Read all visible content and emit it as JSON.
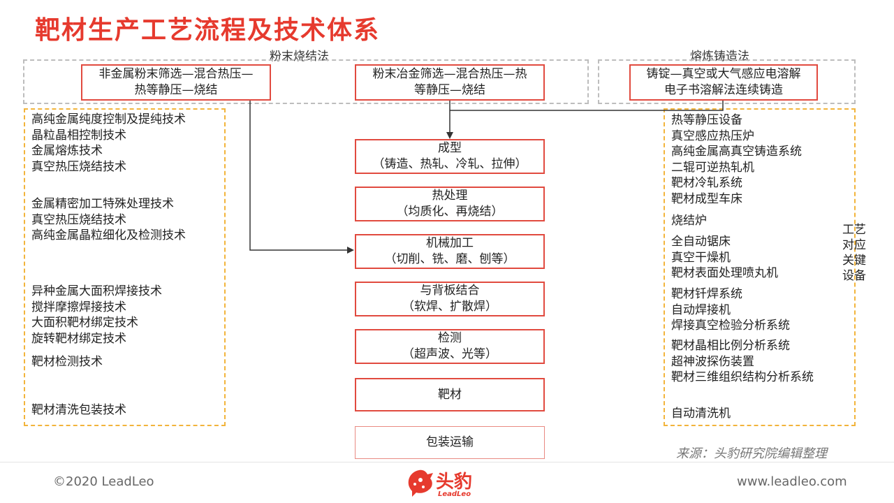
{
  "title": "靶材生产工艺流程及技术体系",
  "sections": {
    "powder_label": "粉末烧结法",
    "melt_label": "熔炼铸造法"
  },
  "methods": {
    "nonmetal": [
      "非金属粉末筛选—混合热压—",
      "热等静压—烧结"
    ],
    "metal": [
      "粉末冶金筛选—混合热压—热",
      "等静压—烧结"
    ],
    "casting": [
      "铸锭—真空或大气感应电溶解",
      "电子书溶解法连续铸造"
    ]
  },
  "steps": [
    {
      "name": "成型",
      "detail": "（铸造、热轧、冷轧、拉伸）"
    },
    {
      "name": "热处理",
      "detail": "（均质化、再烧结）"
    },
    {
      "name": "机械加工",
      "detail": "（切削、铣、磨、刨等）"
    },
    {
      "name": "与背板结合",
      "detail": "（软焊、扩散焊）"
    },
    {
      "name": "检测",
      "detail": "（超声波、光等）"
    },
    {
      "name": "靶材",
      "detail": ""
    },
    {
      "name": "包装运输",
      "detail": ""
    }
  ],
  "techniques": {
    "group1": [
      "高纯金属纯度控制及提纯技术",
      "晶粒晶相控制技术",
      "金属熔炼技术",
      "真空热压烧结技术"
    ],
    "group2": [
      "金属精密加工特殊处理技术",
      "真空热压烧结技术",
      "高纯金属晶粒细化及检测技术"
    ],
    "group3": [
      "异种金属大面积焊接技术",
      "搅拌摩擦焊接技术",
      "大面积靶材绑定技术",
      "旋转靶材绑定技术"
    ],
    "group4": [
      "靶材检测技术"
    ],
    "group5": [
      "靶材清洗包装技术"
    ]
  },
  "equipment": {
    "group1": [
      "热等静压设备",
      "真空感应热压炉",
      "高纯金属高真空铸造系统",
      "二辊可逆热轧机",
      "靶材冷轧系统",
      "靶材成型车床"
    ],
    "group2": [
      "烧结炉"
    ],
    "group3": [
      "全自动锯床",
      "真空干燥机",
      "靶材表面处理喷丸机"
    ],
    "group4": [
      "靶材钎焊系统",
      "自动焊接机",
      "焊接真空检验分析系统"
    ],
    "group5": [
      "靶材晶相比例分析系统",
      "超神波探伤装置",
      "靶材三维组织结构分析系统"
    ],
    "group6": [
      "自动清洗机"
    ]
  },
  "side_label": [
    "工艺",
    "对应",
    "关键",
    "设备"
  ],
  "source": "来源：头豹研究院编辑整理",
  "footer": {
    "copyright": "©2020 LeadLeo",
    "website": "www.leadleo.com",
    "logo_cn": "头豹",
    "logo_en": "LeadLeo"
  },
  "colors": {
    "accent": "#e63a2e",
    "box_border": "#e14a3f",
    "dashed_yellow": "#f2b43b",
    "dashed_gray": "#bdbdbd"
  }
}
